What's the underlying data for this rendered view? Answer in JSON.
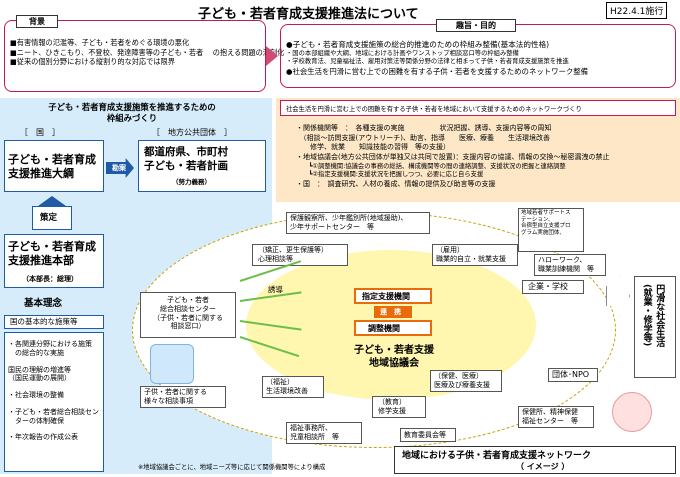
{
  "header": {
    "title": "子ども・若者育成支援推進法について",
    "date_badge": "H22.4.1施行"
  },
  "background": {
    "label": "背景",
    "items": [
      "■有害情報の氾濫等、子ども・若者をめぐる環境の悪化",
      "■ニート、ひきこもり、不登校、発達障害等の子ども・若者\n　の抱える問題の深刻化",
      "■従来の個別分野における縦割り的な対応では限界"
    ]
  },
  "purpose": {
    "label": "趣旨・目的",
    "items": [
      "●子ども・若者育成支援施策の総合的推進のための枠組み整備(基本法的性格)",
      "・国の本部組織や大綱、地域における計画やワンストップ相談窓口等の枠組み整備",
      "・学校教育法、児童福祉法、雇用対策法等関係分野の法律と相まって子供・若者育成支援施策を推進",
      "●社会生活を円滑に営む上での困難を有する子供・若者を支援するためのネットワーク整備"
    ]
  },
  "left": {
    "heading": "子ども・若者育成支援施策を推進するための\n枠組みづくり",
    "kuni": "［　国　］",
    "chiho": "［　地方公共団体　］",
    "taiko": "子ども・若者育成\n支援推進大綱",
    "kantan": "勘案",
    "pref": "都道府県、市町村\n子ども・若者計画",
    "pref_note": "（努力義務）",
    "sakutei": "策定",
    "honbu": "子ども・若者育成\n支援推進本部",
    "honbu_note": "（本部長：総理）",
    "kihon": "基本理念",
    "kihon_sub": "国の基本的な施策等",
    "items": [
      "・各関連分野における施策\n　の総合的な実施",
      "国民の理解の増進等\n（国民運動の展開）",
      "・社会環境の整備",
      "・子ども・若者総合相談セン\n　ターの体制確保",
      "・年次報告の作成公表"
    ]
  },
  "network": {
    "top": "社会生活を円滑に営む上での困難を有する子供・若者を地域において支援するためのネットワークづくり",
    "rows": [
      "・関係機関等　：　各種支援の実施　　　　　状況把握、誘導、支援内容等の周知",
      "　（相談～訪問支援(アウトリーチ)、助言、指導　　医療、療養　　生活環境改善",
      "　　修学、就業　　知識技能の習得　等の支援）",
      "・地域協議会(地方公共団体が単独又は共同で設置)：支援内容の協議、情報の交換～秘密漏洩の禁止",
      "　　┗①調整機関:協議会の事務の総括、構成機関等の間の連絡調整、支援状況の把握と連絡調整",
      "　　┗②指定支援機関:支援状況を把握しつつ、必要に応じ自ら支援",
      "・国　：　調査研究、人材の養成、情報の提供及び助言等の支援"
    ]
  },
  "diagram": {
    "hogo": "保護観察所、少年鑑別所(地域援助)、\n少年サポートセンター　等",
    "kyosei": "（矯正、更生保護等）\n心理相談等",
    "koyo": "（雇用）\n職業的自立・就業支援",
    "sapo": "地域若者サポートス\nテーション、\n合宿型自立支援プロ\nグラム実施団体、",
    "hello": "ハローワーク、\n職業訓練機関　等",
    "kigyo": "企業・学校",
    "sodan": "子ども・若者\n総合相談センター\n（子供・若者に関する\n相談窓口）",
    "yudo": "誘導",
    "shitei": "指定支援機関",
    "renkei": "連　携",
    "chosei": "調整機関",
    "kyogikai": "子ども・若者支援\n地域協議会",
    "dantai": "団体･NPO",
    "fukushi": "（福祉）\n生活環境改善",
    "hoken": "（保健、医療）\n医療及び療養支援",
    "kyoiku": "（教育）\n修学支援",
    "fukushi2": "福祉事務所、\n児童相談所　等",
    "kyoiku_iin": "教育委員会等",
    "hokenjo": "保健所、精神保健\n福祉センター　等",
    "soudanjiko": "子供・若者に関する\n様々な相談事項",
    "shakai": "円滑な社会生活\n(就業・修学等)",
    "network_title": "地域における子供・若者育成支援ネットワーク",
    "image": "（ イメージ ）",
    "footnote": "※地域協議会ごとに、地域ニーズ等に応じて関係機関等により構成"
  },
  "colors": {
    "accent": "#c2185b",
    "blue": "#1f5aa6",
    "orange": "#fde7c7",
    "lightblue": "#d6ecfa"
  }
}
